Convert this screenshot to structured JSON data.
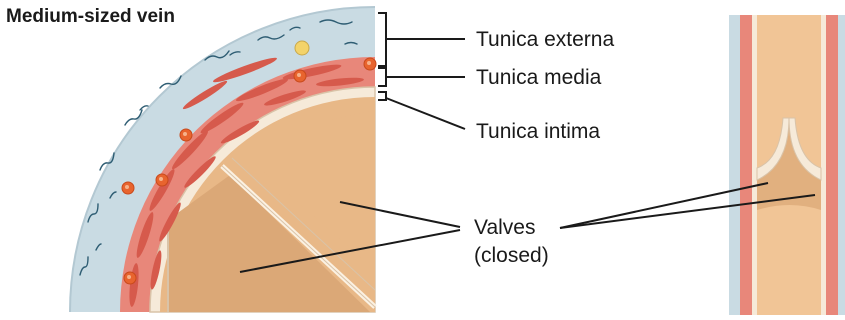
{
  "title": "Medium-sized vein",
  "labels": {
    "tunica_externa": "Tunica externa",
    "tunica_media": "Tunica media",
    "tunica_intima": "Tunica intima",
    "valves_line1": "Valves",
    "valves_line2": "(closed)"
  },
  "colors": {
    "externa": "#c9dbe3",
    "media": "#e8877a",
    "muscle": "#d65a4c",
    "intima": "#f6ead9",
    "lumen": "#e8b887",
    "valve": "#dba877",
    "rbc": "#e8642e",
    "fat_cell": "#f3d36a",
    "fiber": "#2e5d73",
    "leader": "#1a1a1a"
  }
}
